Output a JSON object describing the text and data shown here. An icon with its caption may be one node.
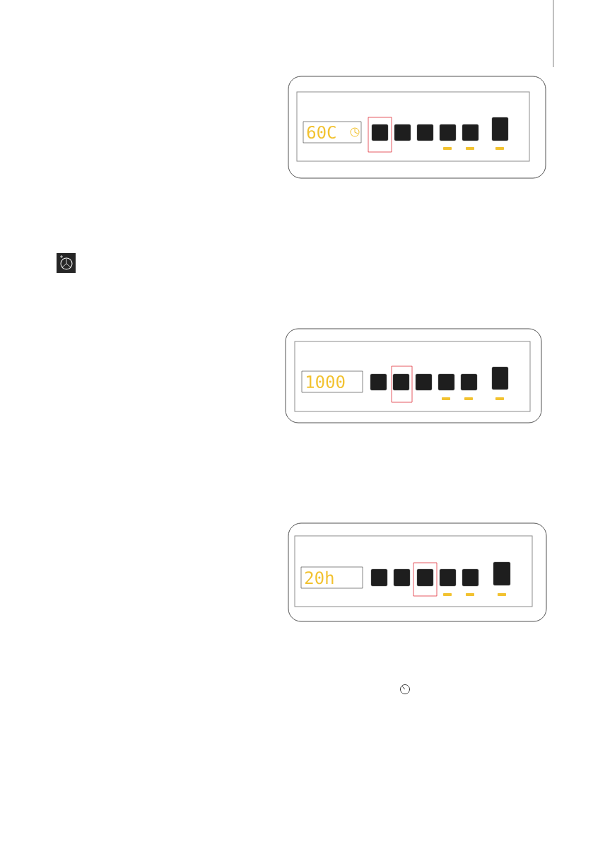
{
  "diagram": {
    "labels": [
      "60C",
      "1000",
      "20h"
    ]
  }
}
